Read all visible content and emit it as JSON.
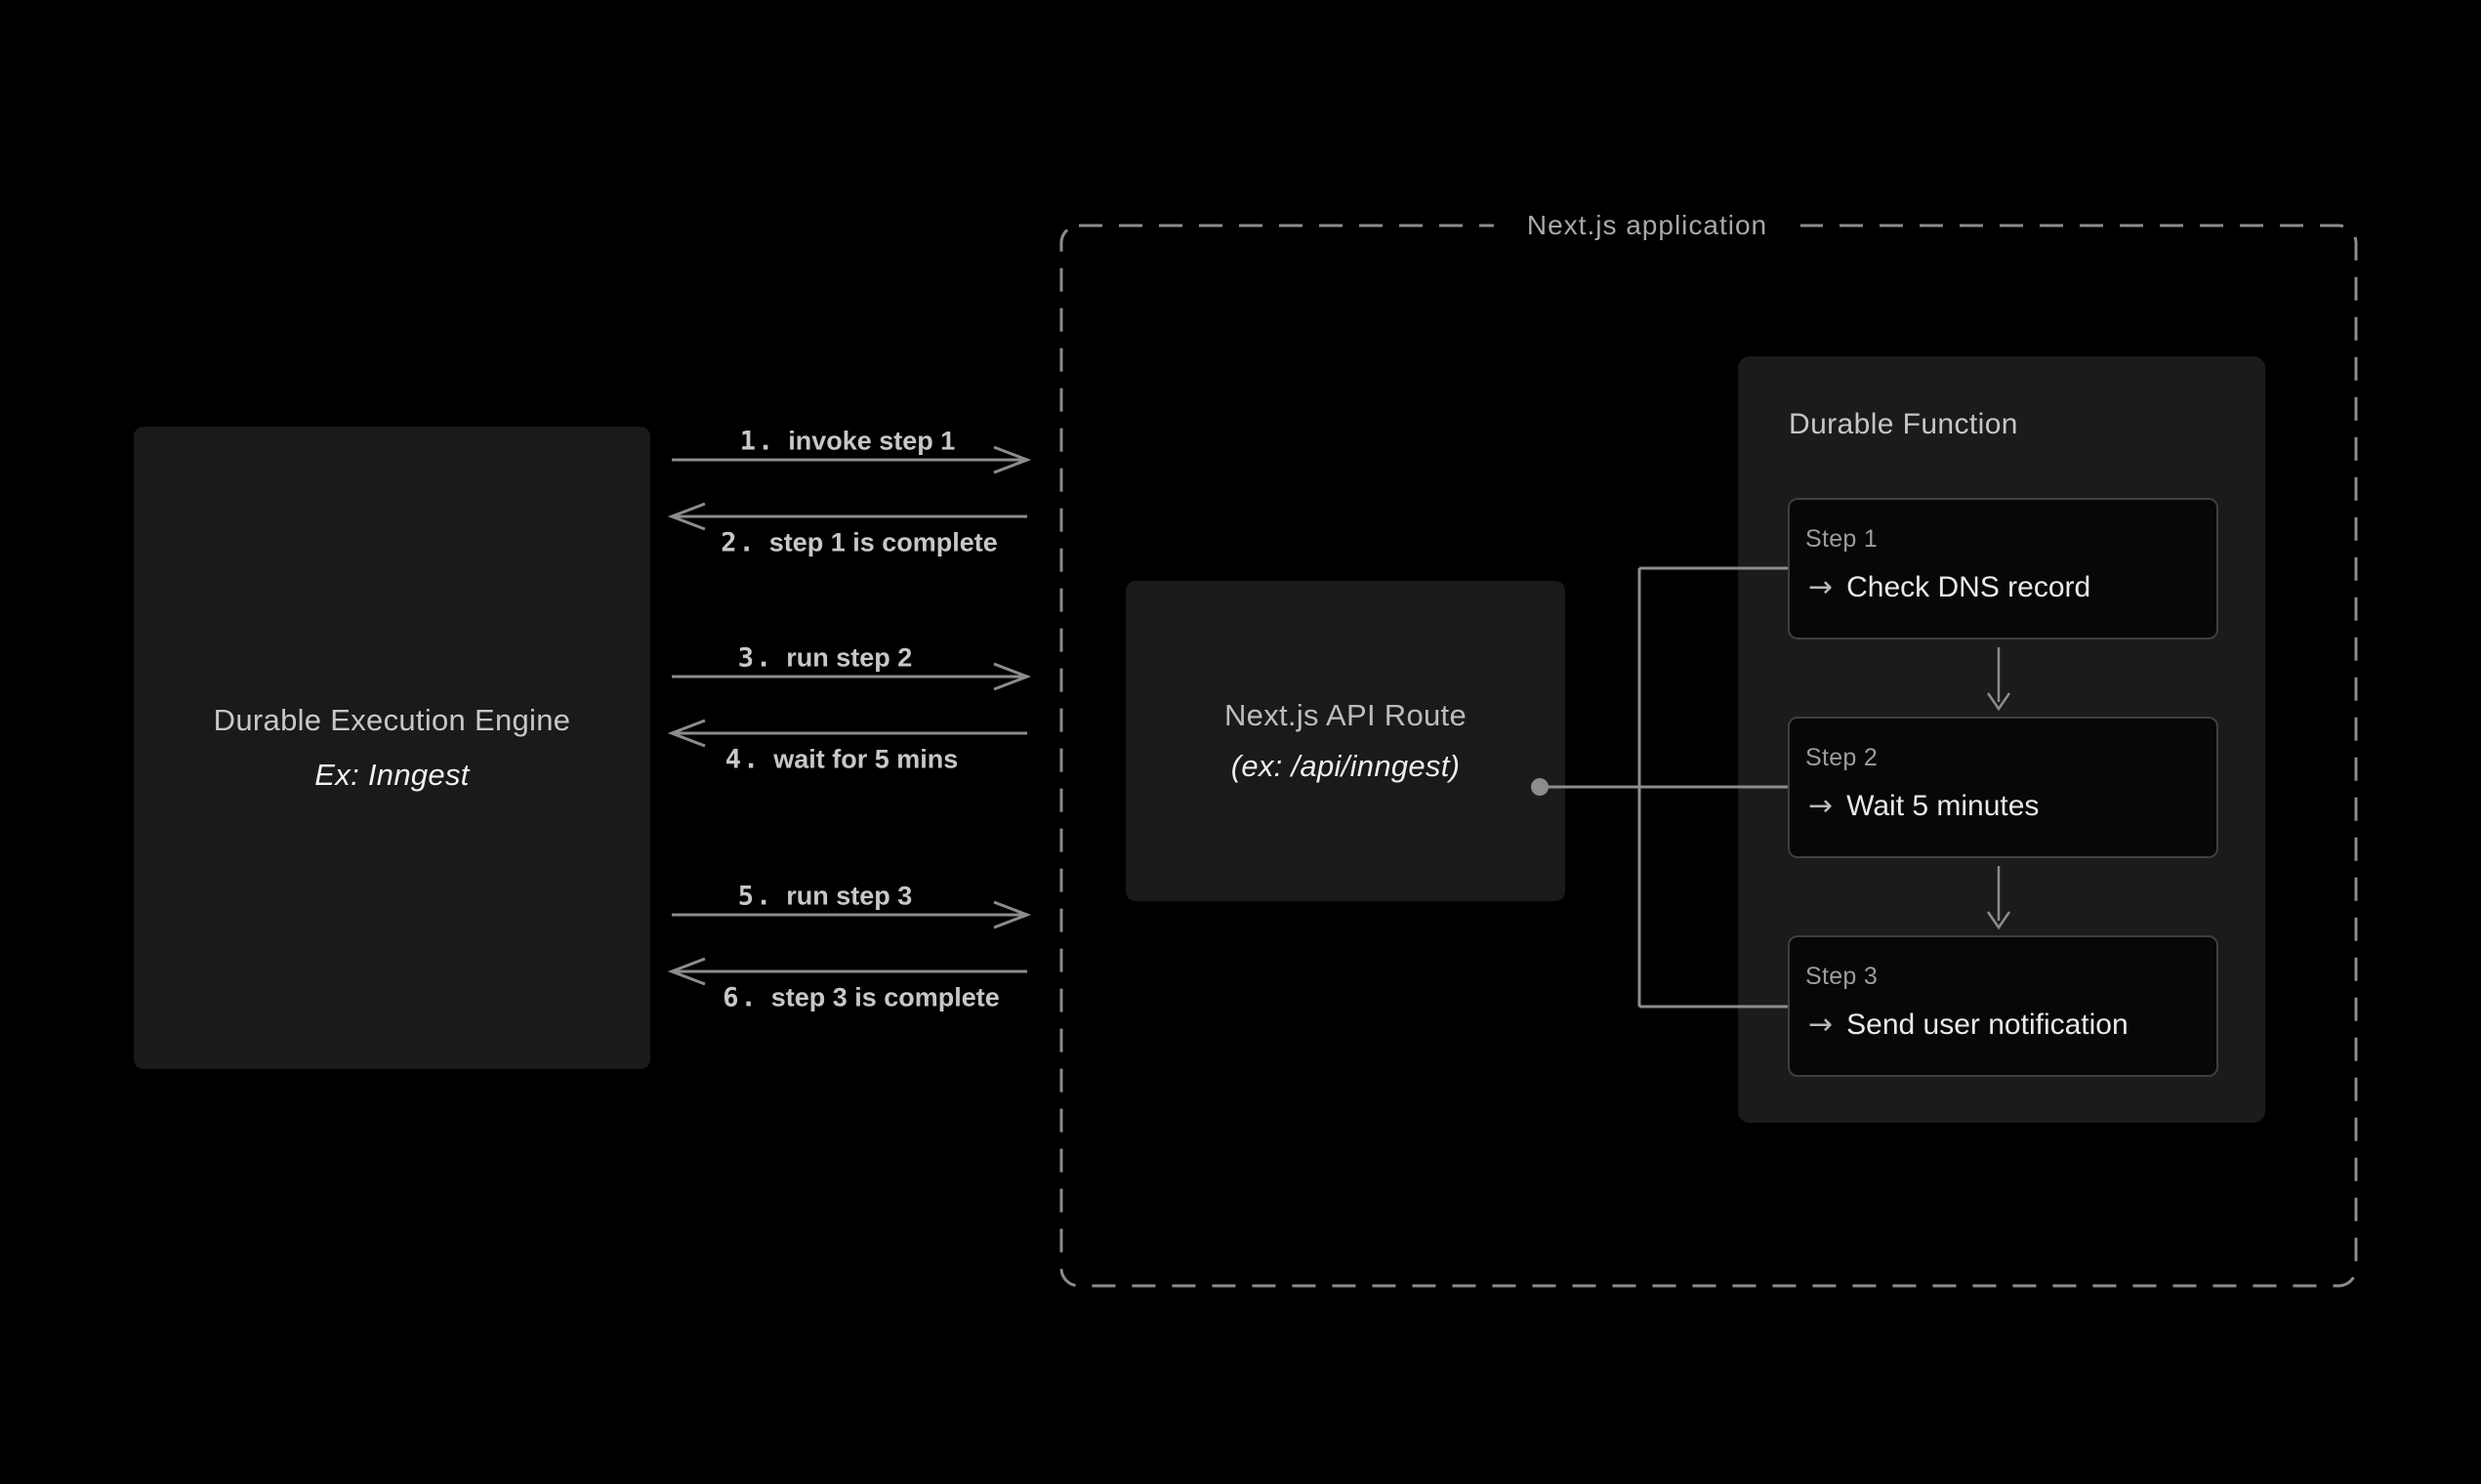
{
  "left_box": {
    "title": "Durable Execution Engine",
    "subtitle": "Ex: Inngest"
  },
  "messages": [
    {
      "num": "1.",
      "label": "invoke step 1",
      "direction": "right"
    },
    {
      "num": "2.",
      "label": "step 1 is complete",
      "direction": "left"
    },
    {
      "num": "3.",
      "label": "run step 2",
      "direction": "right"
    },
    {
      "num": "4.",
      "label": "wait for 5 mins",
      "direction": "left"
    },
    {
      "num": "5.",
      "label": "run step 3",
      "direction": "right"
    },
    {
      "num": "6.",
      "label": "step 3 is complete",
      "direction": "left"
    }
  ],
  "container": {
    "label": "Next.js application"
  },
  "api_box": {
    "title": "Next.js API Route",
    "subtitle": "(ex: /api/inngest)"
  },
  "durable_function": {
    "title": "Durable Function",
    "arrow_glyph": "→",
    "steps": [
      {
        "label": "Step 1",
        "action": "Check DNS record"
      },
      {
        "label": "Step 2",
        "action": "Wait 5 minutes"
      },
      {
        "label": "Step 3",
        "action": "Send user notification"
      }
    ]
  },
  "colors": {
    "background": "#000000",
    "box_fill": "#1a1a1a",
    "step_fill": "#070707",
    "step_border": "#3f3f3f",
    "line": "#8c8c8c",
    "title_text": "#c6c6c6",
    "bright_text": "#eeeeee",
    "muted_text": "#9c9c9c"
  }
}
